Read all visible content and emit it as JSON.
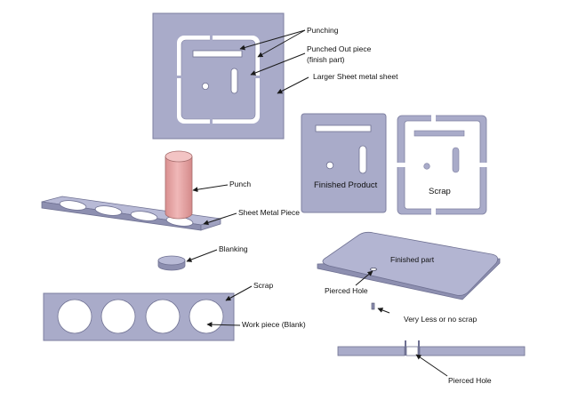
{
  "labels": {
    "punching": "Punching",
    "punched_out_piece_line1": "Punched Out piece",
    "punched_out_piece_line2": "(finish part)",
    "larger_sheet": "Larger Sheet metal  sheet",
    "finished_product": "Finished Product",
    "scrap_top": "Scrap",
    "punch": "Punch",
    "sheet_metal_piece": "Sheet Metal Piece",
    "blanking": "Blanking",
    "finished_part": "Finished part",
    "pierced_hole_plate": "Pierced Hole",
    "very_less_scrap": "Very Less or no scrap",
    "scrap_strip": "Scrap",
    "work_piece": "Work piece (Blank)",
    "pierced_hole_section": "Pierced Hole"
  },
  "colors": {
    "metal_fill": "#a9abc9",
    "metal_light": "#c3c5de",
    "metal_dark": "#8d8fb0",
    "outline": "#4a4c66",
    "punch_fill": "#e5a6a6",
    "arrow": "#1a1a1a"
  }
}
